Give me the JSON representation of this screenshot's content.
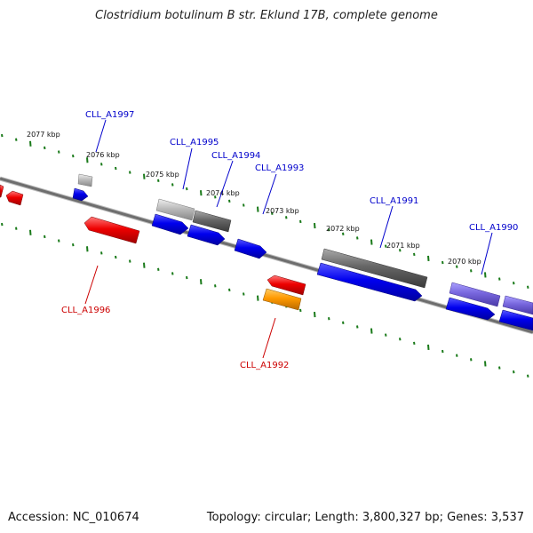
{
  "title": "Clostridium botulinum B str. Eklund 17B, complete genome",
  "footer": {
    "accession": "Accession: NC_010674",
    "summary": "Topology: circular; Length: 3,800,327 bp; Genes: 3,537"
  },
  "scale_labels": [
    "2077 kbp",
    "2076 kbp",
    "2075 kbp",
    "2074 kbp",
    "2073 kbp",
    "2072 kbp",
    "2071 kbp",
    "2070 kbp"
  ],
  "gene_labels": [
    "CLL_A1997",
    "CLL_A1996",
    "CLL_A1995",
    "CLL_A1994",
    "CLL_A1993",
    "CLL_A1992",
    "CLL_A1991",
    "CLL_A1990"
  ],
  "colors": {
    "backbone": "#808080",
    "ticks": "#1a7a1a",
    "forward_label": "#0000cc",
    "reverse_label": "#cc0000",
    "blue": "#0000ee",
    "red": "#ee0000",
    "orange": "#ff9900",
    "gray": "#666666",
    "light_gray": "#bbbbbb",
    "purple": "#7766dd"
  }
}
